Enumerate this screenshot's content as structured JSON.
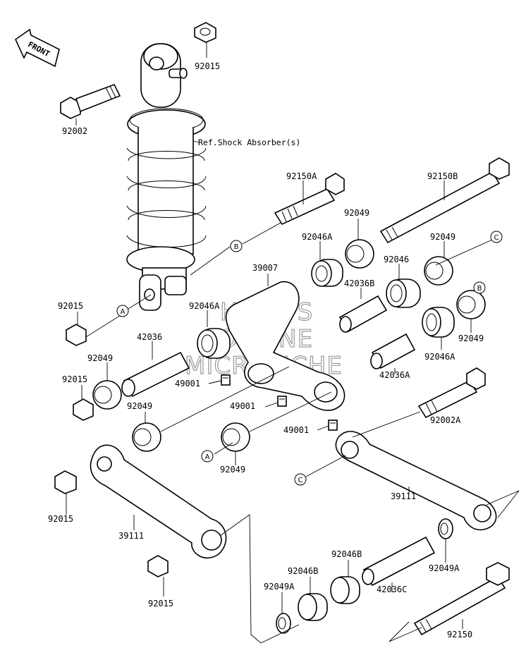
{
  "front_label": "FRONT",
  "reference_note": "Ref.Shock Absorber(s)",
  "watermark": [
    "HLSM'S",
    "ONLINE",
    "MICROFICHE"
  ],
  "callouts": [
    "A",
    "B",
    "C"
  ],
  "part_labels": {
    "p92015_top": "92015",
    "p92002": "92002",
    "p92150A": "92150A",
    "p92150B": "92150B",
    "p92049_a": "92049",
    "p92049_b": "92049",
    "p92046A_a": "92046A",
    "p92046": "92046",
    "p39007": "39007",
    "p42036B": "42036B",
    "p92015_left": "92015",
    "p92046A_b": "92046A",
    "p92049_c": "92049",
    "p42036": "42036",
    "p92049_d": "92049",
    "p92015_mid": "92015",
    "p49001_a": "49001",
    "p92049_e": "92049",
    "p92046A_c": "92046A",
    "p42036A": "42036A",
    "p49001_b": "49001",
    "p92002A": "92002A",
    "p49001_c": "49001",
    "p92049_f": "92049",
    "p92015_low": "92015",
    "p39111_left": "39111",
    "p39111_right": "39111",
    "p92015_bottom": "92015",
    "p92046B_a": "92046B",
    "p92046B_b": "92046B",
    "p92049A_right": "92049A",
    "p92049A_left": "92049A",
    "p42036C": "42036C",
    "p92150": "92150"
  }
}
